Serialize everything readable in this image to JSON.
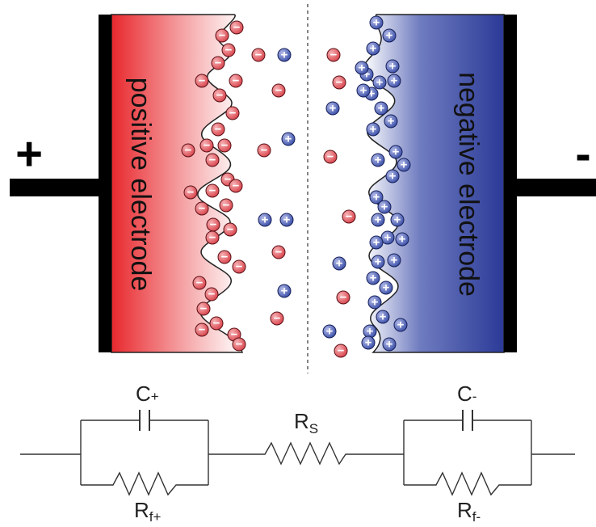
{
  "terminals": {
    "positive_sign": "+",
    "negative_sign": "-"
  },
  "electrodes": {
    "positive_label": "positive electrode",
    "negative_label": "negative electrode"
  },
  "ions": {
    "anion_symbol": "−",
    "cation_symbol": "+"
  },
  "circuit": {
    "c_plus": {
      "main": "C",
      "sub": "+"
    },
    "c_minus": {
      "main": "C",
      "sub": "-"
    },
    "r_s": {
      "main": "R",
      "sub": "S"
    },
    "r_f_plus": {
      "main": "R",
      "sub": "f+"
    },
    "r_f_minus": {
      "main": "R",
      "sub": "f-"
    }
  },
  "colors": {
    "positive_electrode": "#e8282d",
    "negative_electrode": "#2b3a97",
    "anion_fill": "#d9434b",
    "cation_fill": "#3b4fa8",
    "collector": "#000000"
  }
}
